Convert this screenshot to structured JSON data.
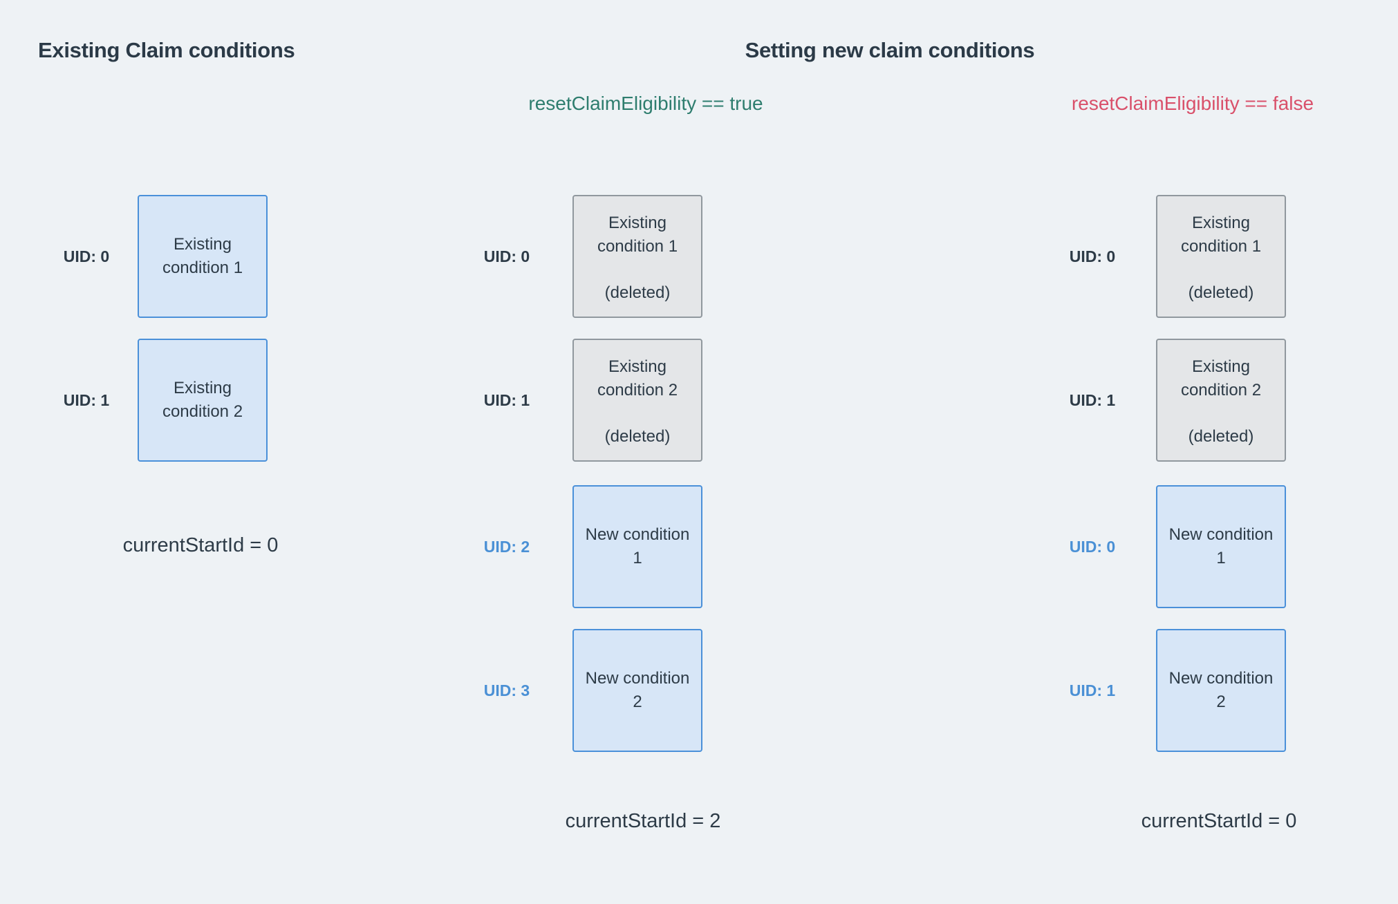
{
  "colors": {
    "background": "#eef2f5",
    "dark_text": "#2d3b47",
    "blue_accent": "#4a90d5",
    "green_accent": "#2e7d6e",
    "red_accent": "#d9506a",
    "blue_box_fill": "#d7e6f7",
    "blue_box_border": "#4a90d9",
    "gray_box_fill": "#e4e6e8",
    "gray_box_border": "#90989e"
  },
  "left": {
    "title": "Existing Claim conditions",
    "rows": [
      {
        "uid": "UID: 0",
        "text": "Existing condition 1"
      },
      {
        "uid": "UID: 1",
        "text": "Existing condition 2"
      }
    ],
    "footer": "currentStartId = 0"
  },
  "middle": {
    "title": "Setting new claim conditions",
    "subtitle_true": "resetClaimEligibility == true",
    "subtitle_false": "resetClaimEligibility == false",
    "true_column": {
      "rows": [
        {
          "uid": "UID: 0",
          "text": "Existing condition 1",
          "status": "(deleted)"
        },
        {
          "uid": "UID: 1",
          "text": "Existing condition 2",
          "status": "(deleted)"
        },
        {
          "uid": "UID: 2",
          "text": "New condition 1"
        },
        {
          "uid": "UID: 3",
          "text": "New condition 2"
        }
      ],
      "footer": "currentStartId = 2"
    },
    "false_column": {
      "rows": [
        {
          "uid": "UID: 0",
          "text": "Existing condition 1",
          "status": "(deleted)"
        },
        {
          "uid": "UID: 1",
          "text": "Existing condition 2",
          "status": "(deleted)"
        },
        {
          "uid": "UID: 0",
          "text": "New condition 1"
        },
        {
          "uid": "UID: 1",
          "text": "New condition 2"
        }
      ],
      "footer": "currentStartId = 0"
    }
  }
}
